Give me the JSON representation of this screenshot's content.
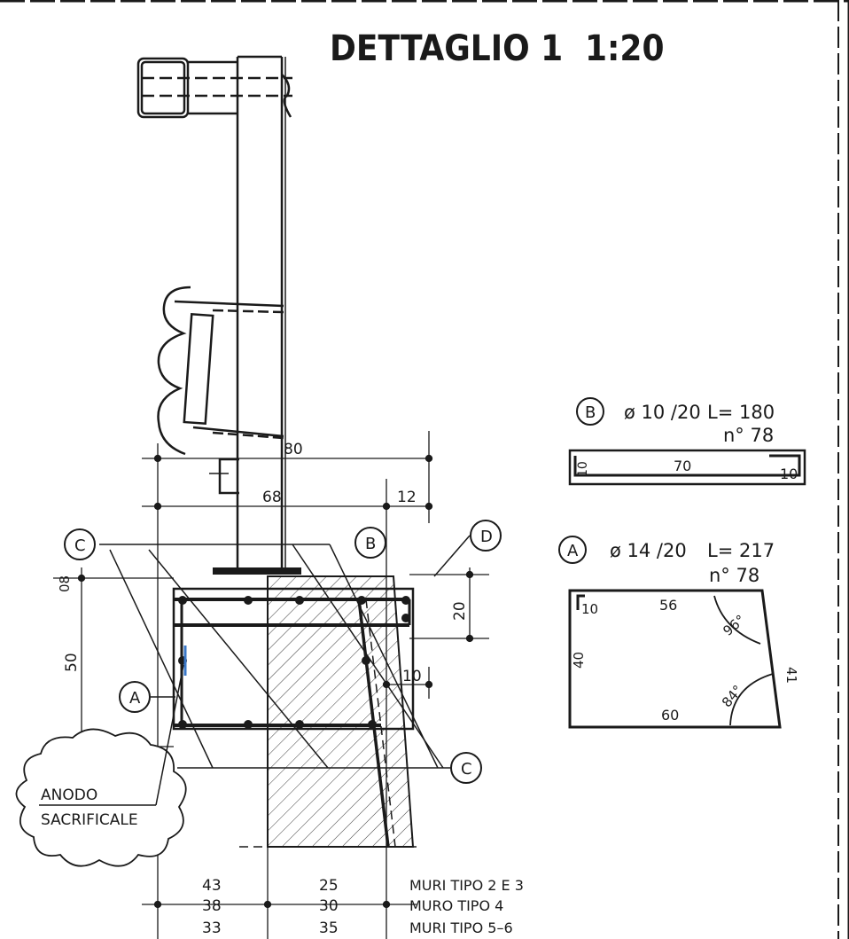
{
  "title": "DETTAGLIO 1",
  "scale": "1:20",
  "section_markers": {
    "c_top": "C",
    "b_top": "B",
    "d_top": "D",
    "a_left": "A",
    "c_bottom": "C"
  },
  "dimensions": {
    "top_80": "80",
    "top_68": "68",
    "top_12": "12",
    "left_08": "08",
    "left_50": "50",
    "right_20": "20",
    "right_10": "10"
  },
  "callout": {
    "line1": "ANODO",
    "line2": "SACRIFICALE"
  },
  "wall_table": [
    {
      "d1": "43",
      "d2": "25",
      "label": "MURI TIPO 2 E 3"
    },
    {
      "d1": "38",
      "d2": "30",
      "label": "MURO TIPO 4"
    },
    {
      "d1": "33",
      "d2": "35",
      "label": "MURI TIPO 5–6"
    }
  ],
  "bar_b": {
    "marker": "B",
    "spec": "ø 10 /20",
    "length": "L= 180",
    "count": "n° 78",
    "seg_left": "10",
    "seg_mid": "70",
    "seg_right": "10"
  },
  "bar_a": {
    "marker": "A",
    "spec": "ø 14 /20",
    "length": "L= 217",
    "count": "n° 78",
    "hook": "10",
    "top": "56",
    "left": "40",
    "right": "41",
    "bottom": "60",
    "angle_top": "96°",
    "angle_bottom": "84°"
  },
  "colors": {
    "ink": "#1a1a1a",
    "anode_mark": "#3a78c8",
    "paper": "#ffffff"
  }
}
